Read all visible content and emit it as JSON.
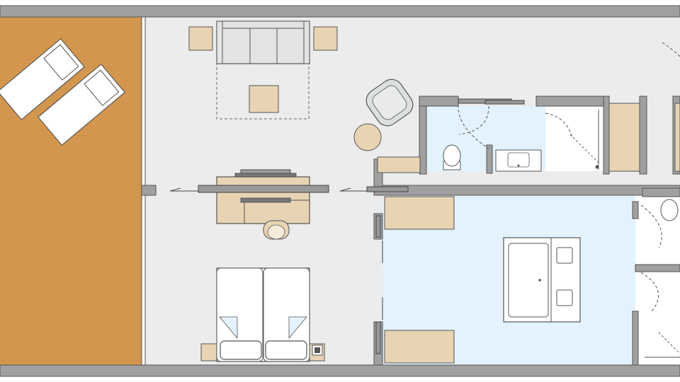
{
  "title": "",
  "colors": {
    "background": "#ffffff",
    "wall": "#8c8c8c",
    "wall_light": "#a9a9a9",
    "floor": "#ececec",
    "bathroom_floor": "#e3f2fc",
    "terrace": "#d79a52",
    "terrace_line": "#c98a43",
    "wood": "#e8d4b3",
    "wood_dark": "#d9c29e",
    "sofa": "#e1e4e2",
    "outline": "#555555",
    "white": "#ffffff",
    "chair": "#dde0e0"
  },
  "rooms": [
    {
      "name": "terrace"
    },
    {
      "name": "living-bedroom"
    },
    {
      "name": "bathroom"
    },
    {
      "name": "shower-room"
    },
    {
      "name": "toilet-room"
    }
  ],
  "furniture": [
    {
      "name": "sun-lounger",
      "count": 2
    },
    {
      "name": "sofa",
      "count": 1
    },
    {
      "name": "side-table",
      "count": 3
    },
    {
      "name": "armchair",
      "count": 1
    },
    {
      "name": "round-table",
      "count": 1
    },
    {
      "name": "desk",
      "count": 1
    },
    {
      "name": "desk-chair",
      "count": 1
    },
    {
      "name": "tv",
      "count": 2
    },
    {
      "name": "double-bed",
      "count": 1
    },
    {
      "name": "bathtub",
      "count": 1
    },
    {
      "name": "washbasin",
      "count": 3
    },
    {
      "name": "toilet",
      "count": 2
    },
    {
      "name": "shower",
      "count": 2
    },
    {
      "name": "wardrobe",
      "count": 3
    }
  ]
}
